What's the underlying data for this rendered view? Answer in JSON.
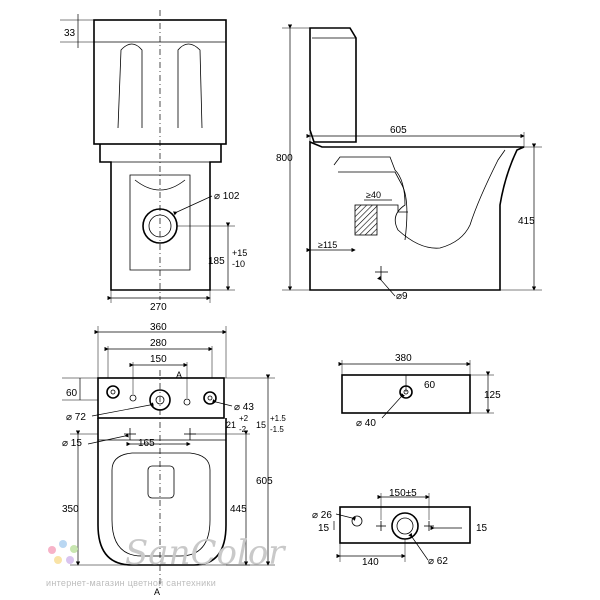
{
  "front": {
    "dim_33": "33",
    "dim_d102": "⌀ 102",
    "dim_185": "185",
    "tol_plus": "+15",
    "tol_minus": "-10",
    "dim_270": "270"
  },
  "side": {
    "dim_605": "605",
    "dim_800": "800",
    "dim_415": "415",
    "dim_ge40": "≥40",
    "dim_ge115": "≥115",
    "dim_d9": "⌀9"
  },
  "top": {
    "dim_360": "360",
    "dim_280": "280",
    "dim_150": "150",
    "dim_60": "60",
    "dim_d72": "⌀ 72",
    "dim_d43": "⌀ 43",
    "dim_21": "21",
    "tol_21_plus": "+2",
    "tol_21_minus": "-2",
    "dim_15b": "15",
    "tol_15_plus": "+1.5",
    "tol_15_minus": "-1.5",
    "dim_d15": "⌀ 15",
    "dim_165": "165",
    "dim_350": "350",
    "dim_445": "445",
    "dim_605": "605",
    "section_a_top": "A",
    "section_a_bottom": "A"
  },
  "cistern": {
    "dim_380": "380",
    "dim_60": "60",
    "dim_125": "125",
    "dim_d40": "⌀ 40"
  },
  "cistern_bottom": {
    "dim_150": "150±5",
    "dim_d26": "⌀ 26",
    "dim_15_left": "15",
    "dim_d15": "15",
    "dim_140": "140",
    "dim_d62": "⌀ 62"
  },
  "watermark": {
    "brand": "SanColor",
    "tagline": "интернет-магазин цветной сантехники"
  }
}
